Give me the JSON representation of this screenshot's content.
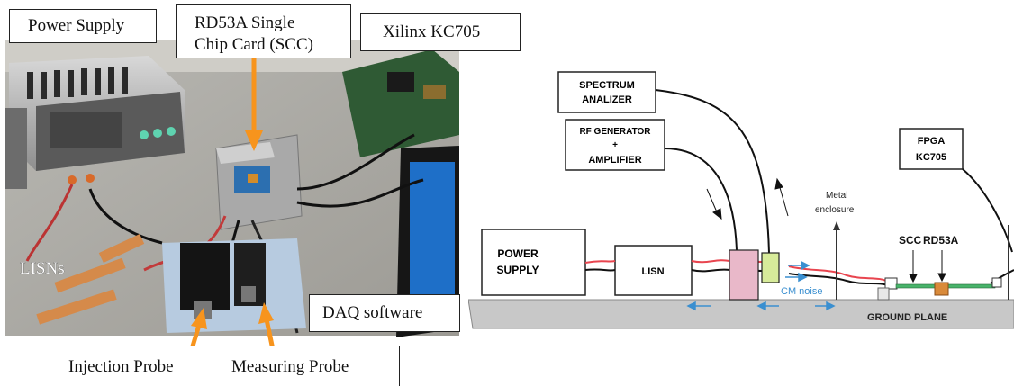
{
  "photo": {
    "callouts": {
      "power_supply": "Power Supply",
      "scc_line1": "RD53A Single",
      "scc_line2": "Chip Card (SCC)",
      "fpga": "Xilinx KC705",
      "lisns": "LISNs",
      "daq": "DAQ software",
      "injection_probe": "Injection Probe",
      "measuring_probe": "Measuring Probe"
    },
    "arrow_color": "#f7941d"
  },
  "schematic": {
    "spectrum_line1": "SPECTRUM",
    "spectrum_line2": "ANALIZER",
    "rf_line1": "RF GENERATOR",
    "rf_line2": "+",
    "rf_line3": "AMPLIFIER",
    "fpga_line1": "FPGA",
    "fpga_line2": "KC705",
    "power_line1": "POWER",
    "power_line2": "SUPPLY",
    "lisn": "LISN",
    "metal_line1": "Metal",
    "metal_line2": "enclosure",
    "scc": "SCC",
    "rd53a": "RD53A",
    "cm_noise": "CM noise",
    "ground_plane": "GROUND PLANE",
    "colors": {
      "cable_red": "#e8454f",
      "injection_probe": "#e9b8c9",
      "measuring_probe": "#d7eb9a",
      "cm_arrow": "#3a8fd0",
      "ground": "#c8c8c8"
    }
  }
}
